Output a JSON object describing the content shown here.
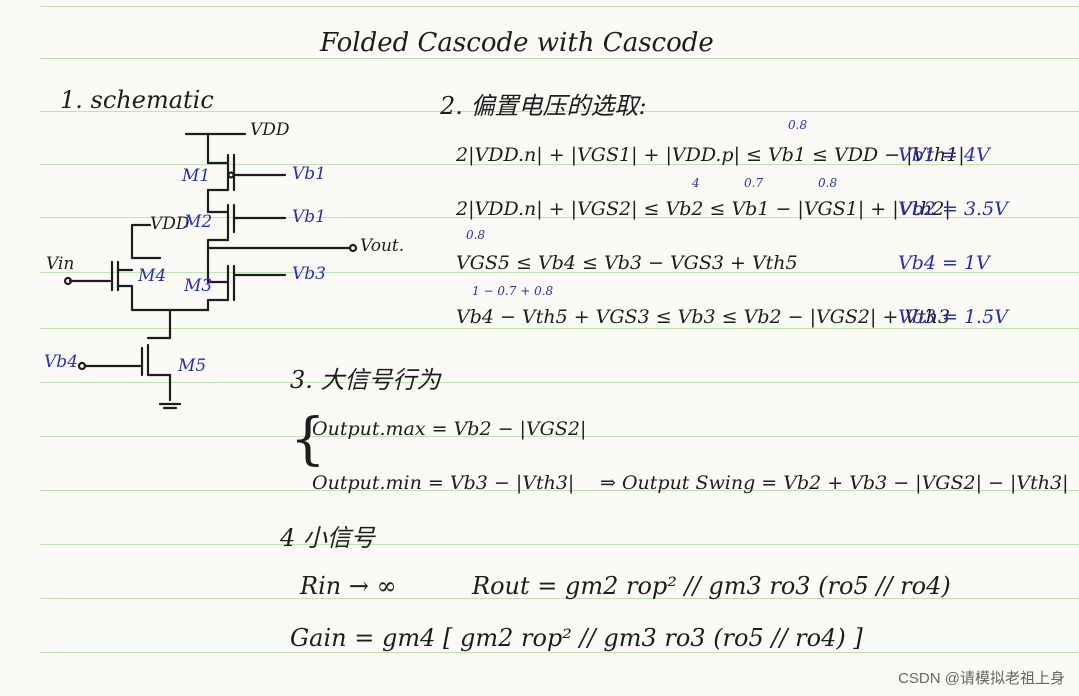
{
  "title": "Folded Cascode with Cascode",
  "sections": {
    "schematic": "1. schematic",
    "bias": "2. 偏置电压的选取:",
    "large_signal": "3. 大信号行为",
    "small_signal": "4 小信号"
  },
  "schematic": {
    "vdd_top": "VDD",
    "vdd_left": "VDD",
    "m1": "M1",
    "m2": "M2",
    "m3": "M3",
    "m4": "M4",
    "m5": "M5",
    "vb1_top": "Vb1",
    "vb1_mid": "Vb1",
    "vb3": "Vb3",
    "vout": "Vout.",
    "vin": "Vin",
    "vb4": "Vb4"
  },
  "bias_equations": [
    {
      "eq": "2|VDD.n| + |VGS1| + |VDD.p| ≤ Vb1 ≤ VDD − |Vth1|",
      "result": "Vb1 = 4V"
    },
    {
      "eq": "2|VDD.n| + |VGS2| ≤ Vb2 ≤ Vb1 − |VGS1| + |Vth2|",
      "result": "Vb2 = 3.5V"
    },
    {
      "eq": "VGS5 ≤ Vb4 ≤ Vb3 − VGS3 + Vth5",
      "result": "Vb4 = 1V"
    },
    {
      "eq": "Vb4 − Vth5 + VGS3 ≤ Vb3 ≤ Vb2 − |VGS2| + Vth3",
      "result": "Vb3 = 1.5V"
    }
  ],
  "bias_annotations": {
    "a1": "0.8",
    "a2": "4",
    "a3": "0.7",
    "a4": "0.8",
    "a5": "0.8",
    "a6": "1 − 0.7 + 0.8"
  },
  "large_signal": {
    "max": "Output.max = Vb2 − |VGS2|",
    "min": "Output.min = Vb3 − |Vth3|",
    "swing": "⇒ Output Swing = Vb2 + Vb3 − |VGS2| − |Vth3|"
  },
  "small_signal": {
    "rin": "Rin → ∞",
    "rout": "Rout = gm2 rop² // gm3 ro3 (ro5 // ro4)",
    "gain": "Gain = gm4 [ gm2 rop² // gm3 ro3 (ro5 // ro4) ]"
  },
  "watermark": "CSDN @请模拟老祖上身",
  "colors": {
    "ink": "#1d1d1d",
    "blue_ink": "#2a2fb0",
    "ruling": "#bfe3b3",
    "paper": "#fbfaf6"
  }
}
